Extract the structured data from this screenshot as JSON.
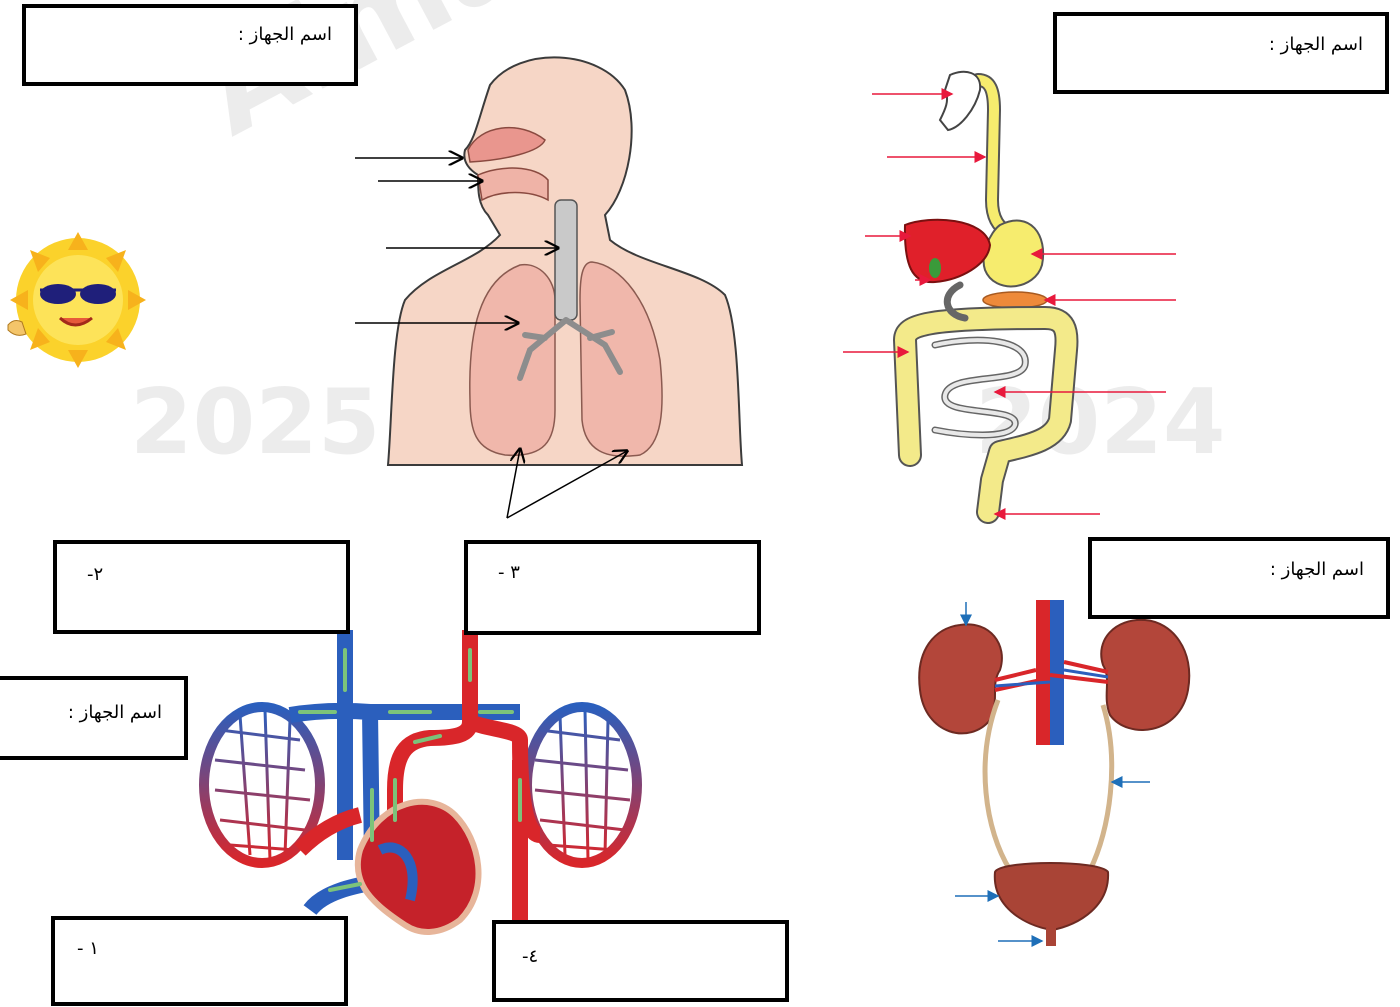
{
  "labels": {
    "system_label_respiratory": "اسم الجهاز :",
    "system_label_digestive": "اسم الجهاز :",
    "system_label_urinary": "اسم الجهاز :",
    "system_label_circulatory": "اسم الجهاز :",
    "item_2": "٢-",
    "item_3": "٣ -",
    "item_1": "١ -",
    "item_4": "٤-"
  },
  "watermark": {
    "top": "Almanahj.com/kw",
    "year_left": "2025",
    "year_right": "2024"
  },
  "colors": {
    "arrow_black": "#000000",
    "arrow_red": "#e8193c",
    "arrow_blue": "#1e6fb8",
    "skin": "#f6d6c6",
    "lung": "#f0b7ab",
    "liver": "#e0202a",
    "stomach": "#f6ec6e",
    "intestine": "#f3ea8a",
    "kidney": "#b3463a",
    "vein_blue": "#2b5fbd",
    "artery_red": "#d9262a",
    "flow_green": "#7cc37a"
  }
}
